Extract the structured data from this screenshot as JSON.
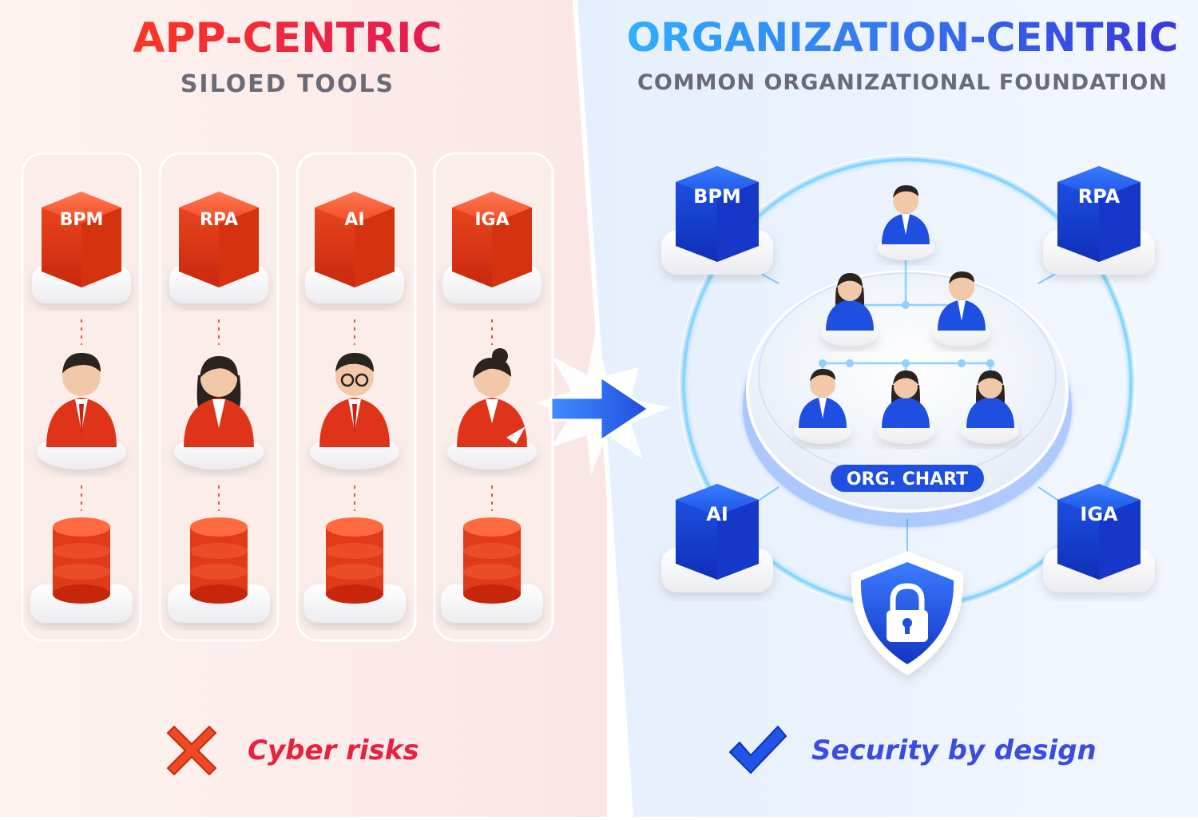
{
  "left": {
    "title": "APP-CENTRIC",
    "subtitle": "SILOED TOOLS",
    "columns": [
      {
        "label": "BPM"
      },
      {
        "label": "RPA"
      },
      {
        "label": "AI"
      },
      {
        "label": "IGA"
      }
    ],
    "footer": "Cyber risks"
  },
  "right": {
    "title": "ORGANIZATION-CENTRIC",
    "subtitle": "COMMON ORGANIZATIONAL FOUNDATION",
    "nodes": [
      {
        "label": "BPM"
      },
      {
        "label": "RPA"
      },
      {
        "label": "AI"
      },
      {
        "label": "IGA"
      }
    ],
    "org_chart_label": "ORG. CHART",
    "footer": "Security by design"
  },
  "icons": [
    "cross-icon",
    "check-icon",
    "arrow-right-icon",
    "shield-lock-icon",
    "person-icon",
    "database-icon",
    "cube-icon"
  ],
  "colors": {
    "red_accent": "#e8361c",
    "red_title_start": "#ff2d2d",
    "red_title_end": "#e01b5a",
    "blue_accent": "#1f4fe0",
    "blue_title_start": "#2ea8ff",
    "blue_title_end": "#3b3fe0",
    "subtitle_gray": "#6b6b78"
  }
}
